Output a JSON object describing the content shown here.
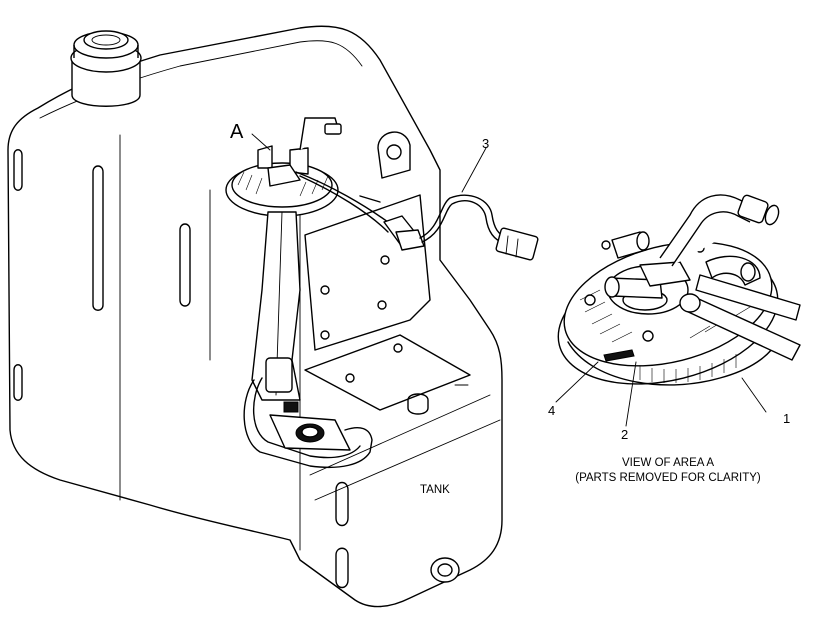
{
  "labels": {
    "area": "A",
    "part1": "1",
    "part2": "2",
    "part3": "3",
    "part4": "4",
    "tank": "TANK"
  },
  "caption": {
    "line1": "VIEW OF AREA  A",
    "line2": "(PARTS REMOVED FOR CLARITY)"
  }
}
